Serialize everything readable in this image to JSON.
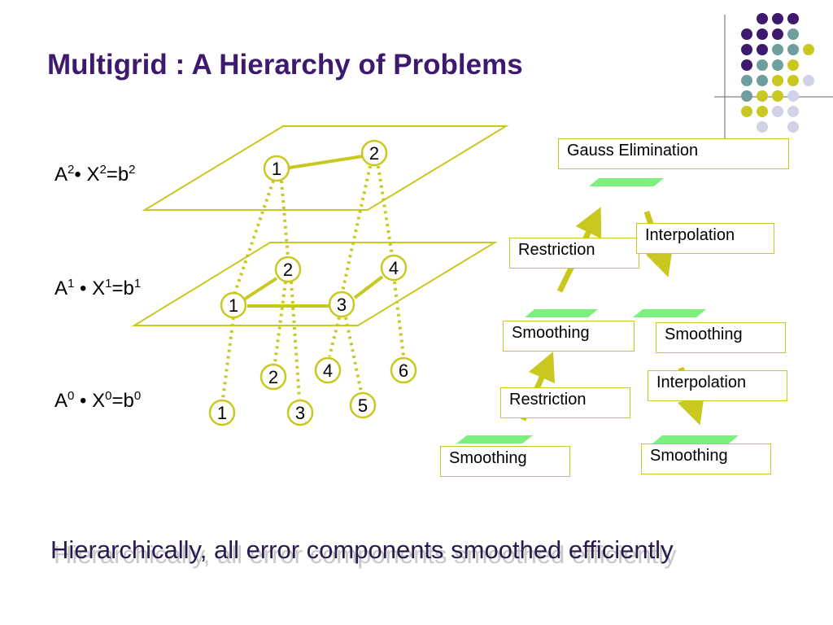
{
  "title": "Multigrid : A Hierarchy of Problems",
  "equations": [
    {
      "a": "A",
      "a_sup": "2",
      "sep": "• ",
      "x": "X",
      "x_sup": "2",
      "eqb": "=b",
      "b_sup": "2"
    },
    {
      "a": "A",
      "a_sup": "1",
      "sep": " • ",
      "x": "X",
      "x_sup": "1",
      "eqb": "=b",
      "b_sup": "1"
    },
    {
      "a": "A",
      "a_sup": "0",
      "sep": " • ",
      "x": "X",
      "x_sup": "0",
      "eqb": "=b",
      "b_sup": "0"
    }
  ],
  "grid_nodes": {
    "level2": [
      "1",
      "2"
    ],
    "level1": [
      "2",
      "4",
      "1",
      "3"
    ],
    "level0": [
      "4",
      "6",
      "2",
      "5",
      "1",
      "3"
    ]
  },
  "cycle_labels": {
    "gauss": "Gauss Elimination",
    "restriction_upper": "Restriction",
    "interpolation_upper": "Interpolation",
    "smoothing_left_mid": "Smoothing",
    "smoothing_right_mid": "Smoothing",
    "interpolation_lower": "Interpolation",
    "restriction_lower": "Restriction",
    "smoothing_left_bottom": "Smoothing",
    "smoothing_right_bottom": "Smoothing"
  },
  "footer": "Hierarchically, all error components smoothed efficiently",
  "colors": {
    "title": "#3d1a6e",
    "olive": "#c8c820",
    "green_plate": "#7cf07c",
    "dot_purple": "#3d1a6e",
    "dot_teal": "#6e9e9e",
    "dot_lavender": "#d2d2e6"
  }
}
